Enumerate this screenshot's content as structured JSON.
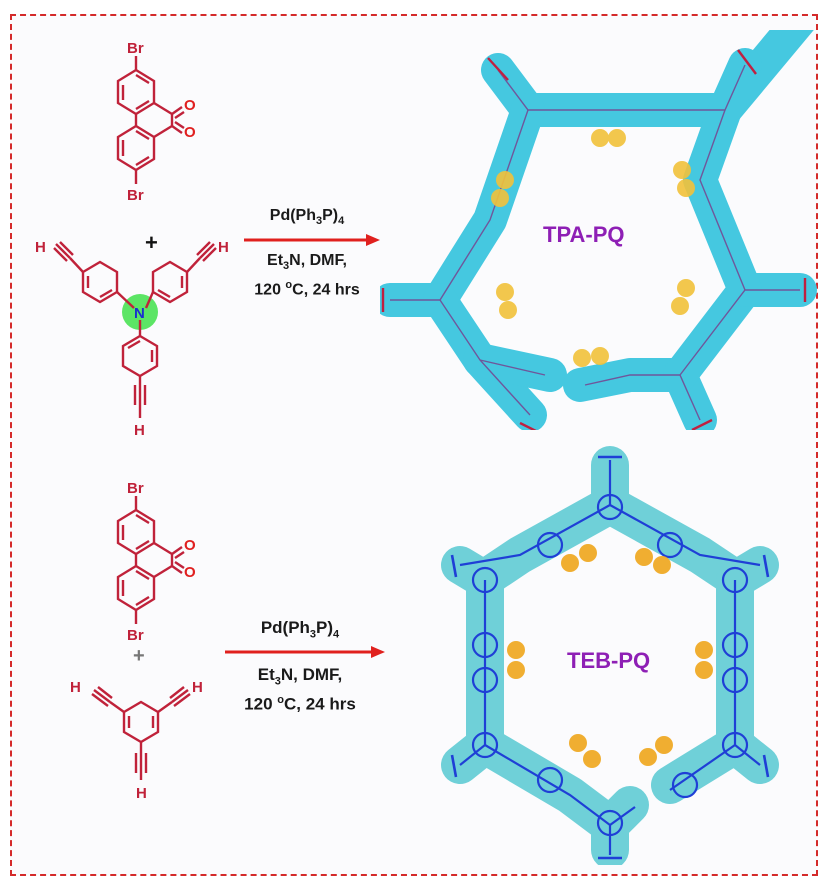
{
  "figure": {
    "border_color": "#d42a2a",
    "reactions": [
      {
        "id": "tpa-pq",
        "reactant_1": {
          "name": "2,7-dibromophenanthrene-9,10-dione",
          "substituents": [
            "Br",
            "Br"
          ],
          "carbonyls": [
            "O",
            "O"
          ],
          "color": "#c0223a"
        },
        "plus": "+",
        "reactant_2": {
          "name": "tris(4-ethynylphenyl)amine",
          "center_atom": "N",
          "terminal_atoms": [
            "H",
            "H",
            "H"
          ],
          "highlight_color": "#3fe04a",
          "color": "#c0223a"
        },
        "conditions": {
          "catalyst_prefix": "Pd(Ph",
          "catalyst_sub1": "3",
          "catalyst_mid": "P)",
          "catalyst_sub2": "4",
          "base_prefix": "Et",
          "base_sub": "3",
          "base_suffix": "N, DMF,",
          "temp_prefix": "120 ",
          "temp_sup": "o",
          "temp_suffix": "C, 24 hrs"
        },
        "arrow_color": "#e0201e",
        "product": {
          "label": "TPA-PQ",
          "label_color": "#8e1fb5",
          "surface_color": "#45c8e0",
          "bond_color": "#7a3a8a",
          "oxygen_color": "#f2c23a"
        }
      },
      {
        "id": "teb-pq",
        "reactant_1": {
          "name": "2,7-dibromophenanthrene-9,10-dione",
          "substituents": [
            "Br",
            "Br"
          ],
          "carbonyls": [
            "O",
            "O"
          ],
          "color": "#c0223a"
        },
        "plus": "+",
        "reactant_2": {
          "name": "1,3,5-triethynylbenzene",
          "terminal_atoms": [
            "H",
            "H",
            "H"
          ],
          "color": "#c0223a"
        },
        "conditions": {
          "catalyst_prefix": "Pd(Ph",
          "catalyst_sub1": "3",
          "catalyst_mid": "P)",
          "catalyst_sub2": "4",
          "base_prefix": "Et",
          "base_sub": "3",
          "base_suffix": "N, DMF,",
          "temp_prefix": "120 ",
          "temp_sup": "o",
          "temp_suffix": "C, 24 hrs"
        },
        "arrow_color": "#e0201e",
        "product": {
          "label": "TEB-PQ",
          "label_color": "#8e1fb5",
          "surface_color": "#6fd0d8",
          "bond_color": "#1f3fd6",
          "oxygen_color": "#f0a820"
        }
      }
    ]
  }
}
